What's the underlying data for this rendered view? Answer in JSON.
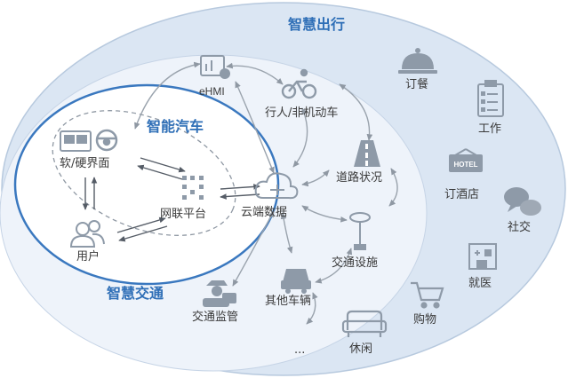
{
  "titles": {
    "outer": "智慧出行",
    "middle": "智慧交通",
    "inner": "智能汽车"
  },
  "nodes": {
    "ehmi": "eHMI",
    "pedestrian": "行人/非机动车",
    "road": "道路状况",
    "cloud": "云端数据",
    "facility": "交通设施",
    "vehicles": "其他车辆",
    "supervision": "交通监管",
    "ellipsis": "...",
    "hardware": "软/硬界面",
    "platform": "网联平台",
    "user": "用户"
  },
  "services": {
    "order_food": "订餐",
    "work": "工作",
    "hotel": "订酒店",
    "hotel_sign": "HOTEL",
    "social": "社交",
    "medical": "就医",
    "shopping": "购物",
    "leisure": "休闲"
  },
  "colors": {
    "outer_fill": "#dbe6f3",
    "middle_fill": "#eef3fa",
    "inner_stroke": "#3a78bf",
    "title": "#2f6fb7",
    "icon": "#8e9aa8",
    "arrow": "#9aa3ad"
  }
}
